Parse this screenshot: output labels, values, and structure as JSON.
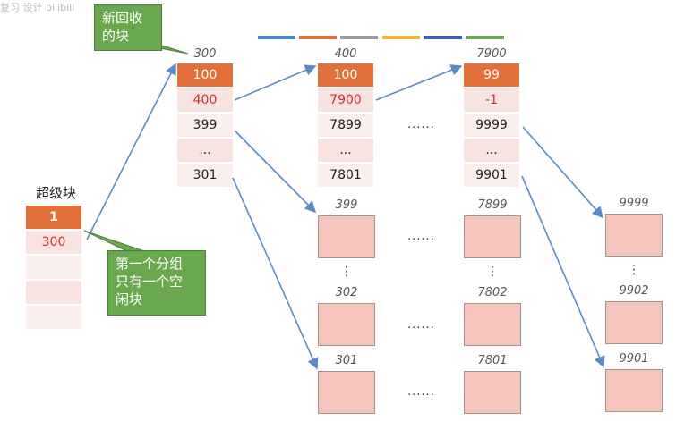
{
  "watermark": "复习 设计 bilibili",
  "legend_colors": [
    "#4a86c5",
    "#e2703a",
    "#9b9b9b",
    "#f0b43a",
    "#3d5fa6",
    "#6aa84f"
  ],
  "superblock": {
    "title": "超级块",
    "cells": [
      "1",
      "300",
      "",
      "",
      ""
    ]
  },
  "bubbles": {
    "new_block": "新回收\n的块",
    "group_note": "第一个分组\n只有一个空\n闲块"
  },
  "group300": {
    "header": "300",
    "cells": [
      "100",
      "400",
      "399",
      "...",
      "301"
    ]
  },
  "group400": {
    "header": "400",
    "cells": [
      "100",
      "7900",
      "7899",
      "...",
      "7801"
    ]
  },
  "group7900": {
    "header": "7900",
    "cells": [
      "99",
      "-1",
      "9999",
      "...",
      "9901"
    ]
  },
  "col1_blocks": {
    "labels": [
      "399",
      "302",
      "301"
    ]
  },
  "col2_blocks": {
    "labels": [
      "7899",
      "7802",
      "7801"
    ]
  },
  "col3_blocks": {
    "labels": [
      "9999",
      "9902",
      "9901"
    ]
  },
  "ellipsis": "......",
  "vdots": "⋮"
}
